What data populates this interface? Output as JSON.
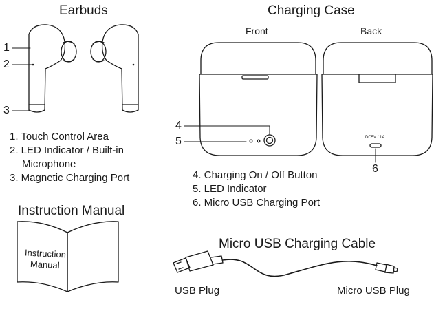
{
  "earbuds": {
    "title": "Earbuds",
    "callouts": [
      "1",
      "2",
      "3"
    ],
    "items": [
      "1. Touch Control Area",
      "2. LED Indicator / Built-in",
      "Microphone",
      "3. Magnetic Charging Port"
    ]
  },
  "case": {
    "title": "Charging Case",
    "front_label": "Front",
    "back_label": "Back",
    "callouts": [
      "4",
      "5",
      "6"
    ],
    "port_label": "DC5V / 1A",
    "items": [
      "4. Charging On / Off Button",
      "5. LED Indicator",
      "6. Micro USB Charging Port"
    ]
  },
  "manual": {
    "title": "Instruction Manual",
    "cover_line1": "Instruction",
    "cover_line2": "Manual"
  },
  "cable": {
    "title": "Micro USB Charging Cable",
    "usb_plug_label": "USB Plug",
    "micro_plug_label": "Micro USB Plug"
  }
}
